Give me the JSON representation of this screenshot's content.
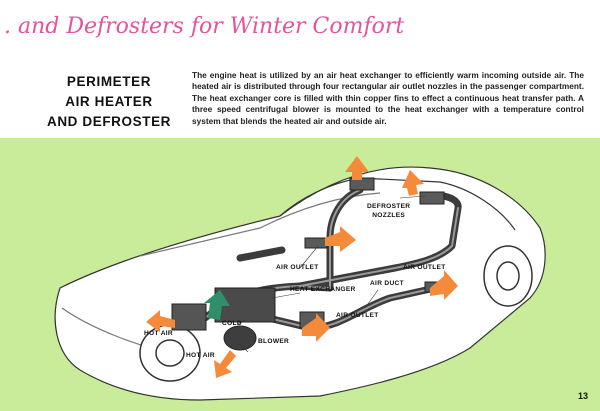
{
  "header": {
    "script_title": ". and Defrosters for Winter Comfort",
    "heading_lines": [
      "PERIMETER",
      "AIR HEATER",
      "AND DEFROSTER"
    ]
  },
  "body_text": "The engine heat is utilized by an air heat exchanger to efficiently warm incoming outside air. The heated air is distributed through four rectangular air outlet nozzles in the passenger compartment. The heat exchanger core is filled with thin copper fins to effect a continuous heat transfer path. A three speed centrifugal blower is mounted to the heat exchanger with a temperature control system that blends the heated air and outside air.",
  "diagram": {
    "labels": {
      "defroster_nozzles": [
        "DEFROSTER",
        "NOZZLES"
      ],
      "air_outlet_center": "AIR OUTLET",
      "air_outlet_upper_right": "AIR OUTLET",
      "heat_exchanger": "HEAT EXCHANGER",
      "air_duct": "AIR DUCT",
      "air_outlet_lower": "AIR OUTLET",
      "cold": "COLD",
      "hot_air_left": "HOT AIR",
      "hot_air_bottom": "HOT AIR",
      "blower": "BLOWER"
    }
  },
  "colors": {
    "script_pink": "#e0559c",
    "background_green": "#c9ec9a",
    "hot_arrow": "#f58a3a",
    "cold_arrow": "#2f8f6a"
  },
  "page_number": "13"
}
